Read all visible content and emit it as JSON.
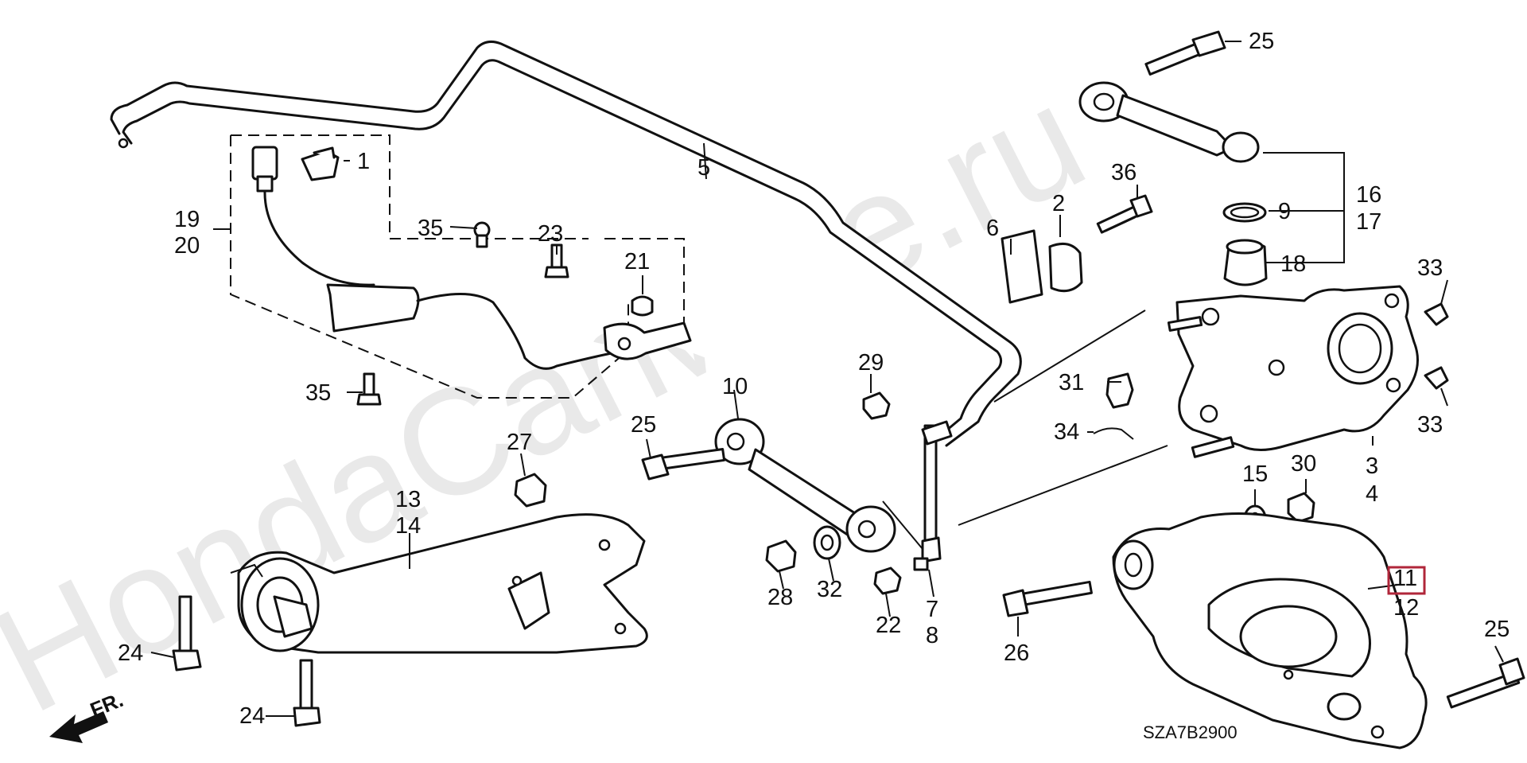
{
  "watermark": "HondaCarMine.ru",
  "diagram_code": "SZA7B2900",
  "front_marker": "FR.",
  "highlight_color": "#b0263a",
  "callouts": {
    "c1": "1",
    "c2": "2",
    "c3": "3",
    "c4": "4",
    "c5": "5",
    "c6": "6",
    "c7": "7",
    "c8": "8",
    "c9": "9",
    "c10": "10",
    "c11": "11",
    "c12": "12",
    "c13": "13",
    "c14": "14",
    "c15": "15",
    "c16": "16",
    "c17": "17",
    "c18": "18",
    "c19": "19",
    "c20": "20",
    "c21": "21",
    "c22": "22",
    "c23": "23",
    "c24": "24",
    "c25": "25",
    "c26": "26",
    "c27": "27",
    "c28": "28",
    "c29": "29",
    "c30": "30",
    "c31": "31",
    "c32": "32",
    "c33": "33",
    "c34": "34",
    "c35": "35",
    "c36": "36"
  },
  "selected_part": "11"
}
